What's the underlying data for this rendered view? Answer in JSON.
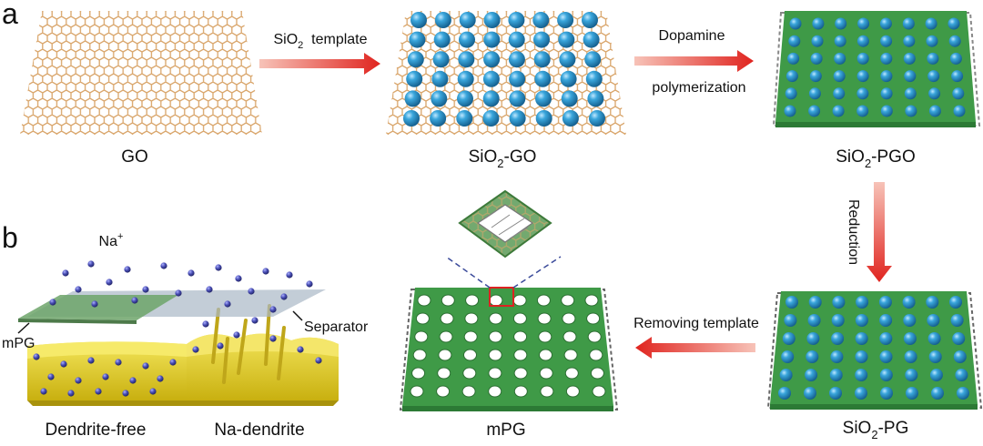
{
  "panels": {
    "a": {
      "letter": "a"
    },
    "b": {
      "letter": "b"
    }
  },
  "labels": {
    "go": "GO",
    "sio2_go": {
      "base": "SiO",
      "sub": "2",
      "suffix": "-GO"
    },
    "sio2_pgo": {
      "base": "SiO",
      "sub": "2",
      "suffix": "-PGO"
    },
    "sio2_pg": {
      "base": "SiO",
      "sub": "2",
      "suffix": "-PG"
    },
    "mpg": "mPG",
    "dendrite_free": "Dendrite-free",
    "na_dendrite": "Na-dendrite",
    "na_ion": {
      "base": "Na",
      "sup": "+"
    },
    "separator": "Separator",
    "mpg_layer": "mPG"
  },
  "arrows": {
    "sio2_template": {
      "base": "SiO",
      "sub": "2",
      "suffix": "  template"
    },
    "dopamine": "Dopamine",
    "polymerization": "polymerization",
    "reduction": "Reduction",
    "removing_template": "Removing template"
  },
  "colors": {
    "graphene_lattice": "#d9a56a",
    "silica_sphere": "#2b96cc",
    "pdop_sheet": "#3f9a47",
    "sodium_metal": "#e3d11c",
    "na_ion": "#4a4fb6",
    "arrow": "#e0241f",
    "separator": "#aab8c6"
  }
}
